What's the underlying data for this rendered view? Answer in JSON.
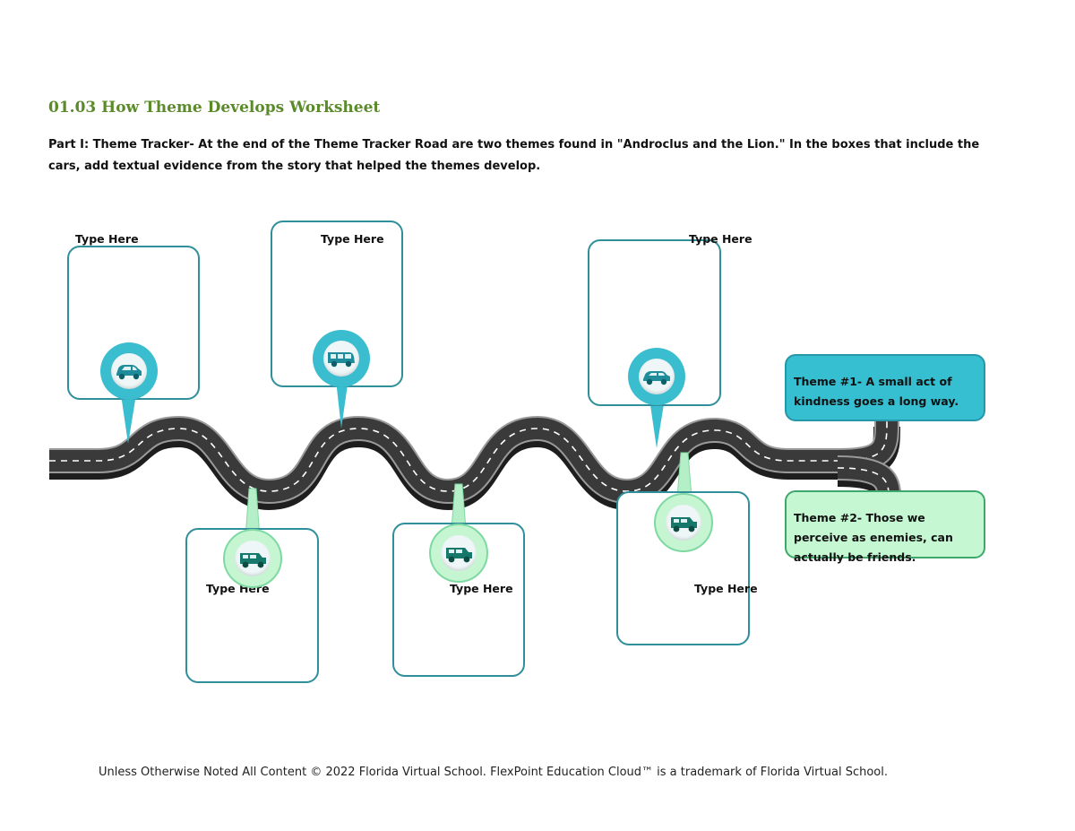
{
  "document": {
    "title": "01.03 How Theme Develops Worksheet",
    "instructions": "Part I: Theme Tracker- At the end of the Theme Tracker Road are two themes found in \"Androclus and the Lion.\" In the boxes that include the cars, add textual evidence from the story that helped the themes develop."
  },
  "boxes": [
    {
      "label": "Type Here",
      "pin": "blue",
      "icon": "car-icon"
    },
    {
      "label": "Type Here",
      "pin": "blue",
      "icon": "van-icon"
    },
    {
      "label": "Type Here",
      "pin": "blue",
      "icon": "car-icon"
    },
    {
      "label": "Type Here",
      "pin": "green",
      "icon": "jeep-icon"
    },
    {
      "label": "Type Here",
      "pin": "green",
      "icon": "jeep-icon"
    },
    {
      "label": "Type Here",
      "pin": "green",
      "icon": "jeep-icon"
    }
  ],
  "themes": [
    {
      "text": "Theme #1- A small act of kindness goes a long way."
    },
    {
      "text": "Theme #2- Those we perceive as enemies, can actually be friends."
    }
  ],
  "colors": {
    "title": "#5a8a2a",
    "box_border": "#2f8f9a",
    "theme1_fill": "#35bfd1",
    "theme2_fill": "#c4f7d2",
    "road": "#3a3a3a"
  },
  "footer": "Unless Otherwise Noted All Content © 2022 Florida Virtual School. FlexPoint Education Cloud™ is a trademark of Florida Virtual School."
}
